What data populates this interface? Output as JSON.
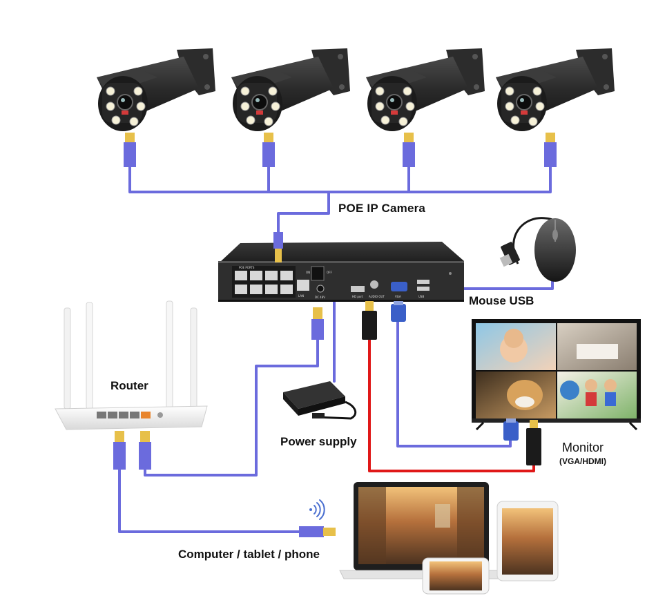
{
  "labels": {
    "poe_camera": "POE IP Camera",
    "mouse_usb": "Mouse USB",
    "router": "Router",
    "power_supply": "Power supply",
    "monitor": "Monitor",
    "monitor_sub": "(VGA/HDMI)",
    "client_devices": "Computer / tablet / phone"
  },
  "nvr_ports": {
    "poe": "POE PORTS",
    "lan": "LAN",
    "dc": "DC 48V",
    "hdmi": "HD port",
    "audio": "AUDIO OUT",
    "vga": "VGA",
    "usb": "USB",
    "switch_on": "ON",
    "switch_off": "OFF"
  },
  "colors": {
    "network_cable": "#6b6bdd",
    "hdmi_cable": "#e01818",
    "camera_body": "#2b2b2b",
    "nvr_body": "#262626"
  },
  "cameras": [
    {
      "id": "camera-1"
    },
    {
      "id": "camera-2"
    },
    {
      "id": "camera-3"
    },
    {
      "id": "camera-4"
    }
  ]
}
